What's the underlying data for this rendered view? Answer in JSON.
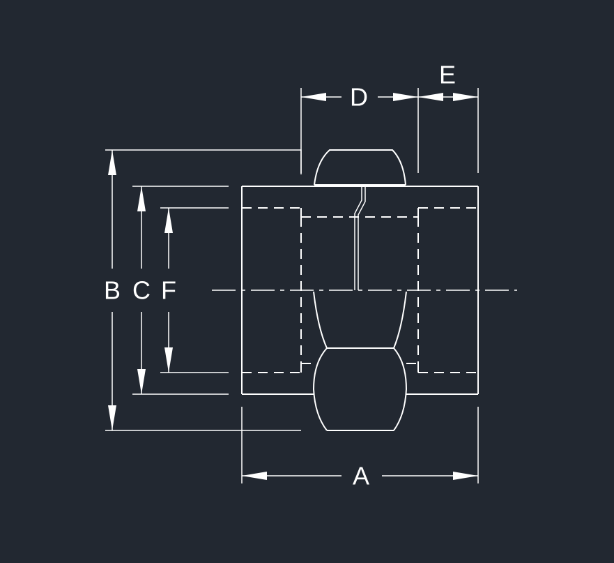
{
  "drawing": {
    "background": "#222831",
    "line_color": "#ffffff",
    "dimension_labels": {
      "a": "A",
      "b": "B",
      "c": "C",
      "d": "D",
      "e": "E",
      "f": "F"
    }
  }
}
